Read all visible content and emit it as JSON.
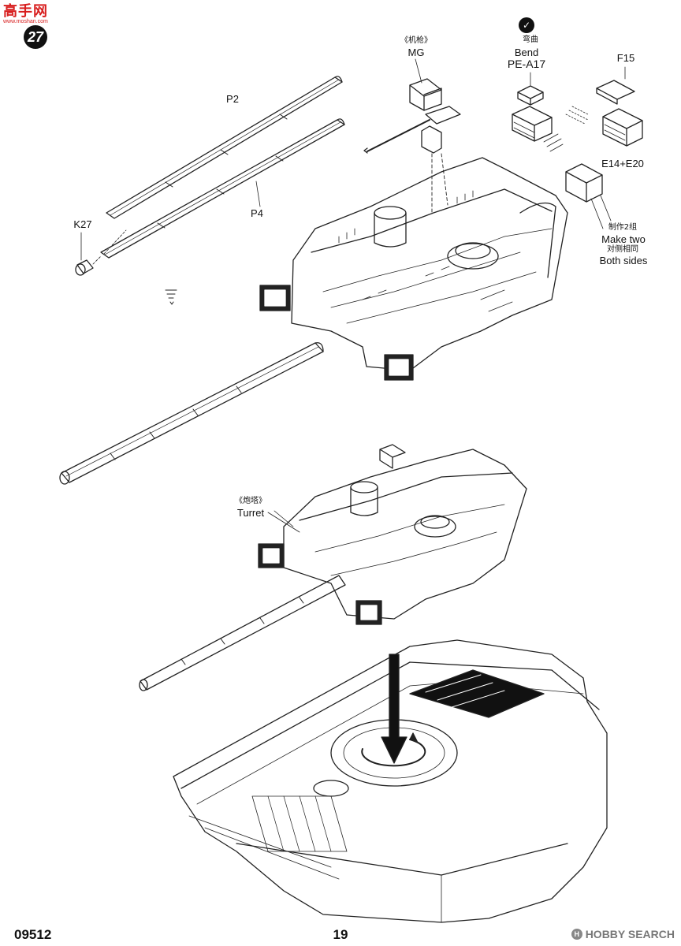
{
  "watermark_top": {
    "brand_cn": "高手网",
    "url": "www.moshan.com"
  },
  "step_number": "27",
  "labels": {
    "p2": "P2",
    "p4": "P4",
    "k27": "K27",
    "mg_cn": "《机枪》",
    "mg": "MG",
    "bend_cn": "弯曲",
    "bend": "Bend",
    "pe_a17": "PE-A17",
    "f15": "F15",
    "e14_e20": "E14+E20",
    "make_two_cn": "制作2组",
    "make_two": "Make two",
    "both_sides_cn": "对侧相同",
    "both_sides": "Both sides",
    "turret_cn": "《炮塔》",
    "turret": "Turret"
  },
  "footer": {
    "kit_number": "09512",
    "page_number": "19",
    "site_watermark": "HOBBY SEARCH",
    "site_badge": "H"
  }
}
